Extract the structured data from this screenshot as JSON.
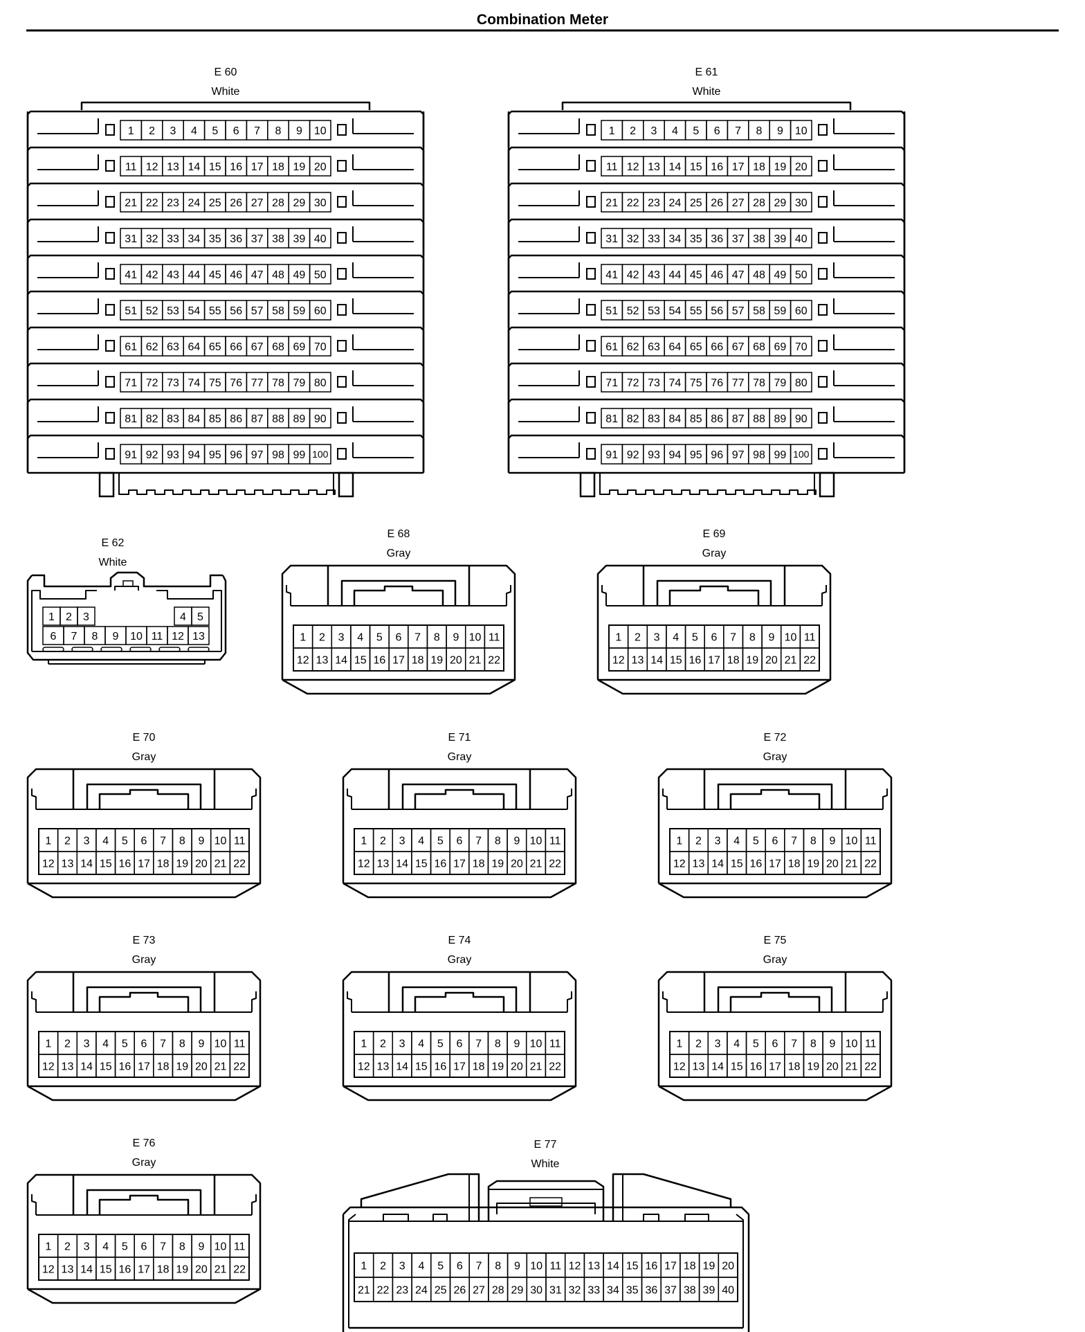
{
  "page": {
    "title": "Combination Meter"
  },
  "connectors": [
    {
      "id": "e60",
      "label": "E 60",
      "color": "White",
      "type": "big100"
    },
    {
      "id": "e61",
      "label": "E 61",
      "color": "White",
      "type": "big100"
    },
    {
      "id": "e62",
      "label": "E 62",
      "color": "White",
      "type": "small13",
      "rows": [
        [
          "1",
          "2",
          "3",
          "",
          "4",
          "5"
        ],
        [
          "6",
          "7",
          "8",
          "9",
          "10",
          "11",
          "12",
          "13"
        ]
      ]
    },
    {
      "id": "e68",
      "label": "E 68",
      "color": "Gray",
      "type": "std22"
    },
    {
      "id": "e69",
      "label": "E 69",
      "color": "Gray",
      "type": "std22"
    },
    {
      "id": "e70",
      "label": "E 70",
      "color": "Gray",
      "type": "std22"
    },
    {
      "id": "e71",
      "label": "E 71",
      "color": "Gray",
      "type": "std22"
    },
    {
      "id": "e72",
      "label": "E 72",
      "color": "Gray",
      "type": "std22"
    },
    {
      "id": "e73",
      "label": "E 73",
      "color": "Gray",
      "type": "std22"
    },
    {
      "id": "e74",
      "label": "E 74",
      "color": "Gray",
      "type": "std22"
    },
    {
      "id": "e75",
      "label": "E 75",
      "color": "Gray",
      "type": "std22"
    },
    {
      "id": "e76",
      "label": "E 76",
      "color": "Gray",
      "type": "std22"
    },
    {
      "id": "e77",
      "label": "E 77",
      "color": "White",
      "type": "wide40"
    }
  ],
  "pin_counts": {
    "big100": 100,
    "std22": 22,
    "wide40": 40
  }
}
